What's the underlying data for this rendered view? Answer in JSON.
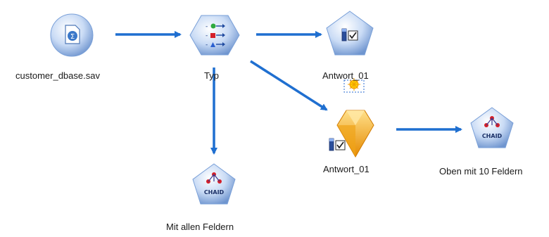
{
  "stream": {
    "nodes": [
      {
        "id": "source",
        "label": "customer_dbase.sav",
        "icon": "statistics-file-icon"
      },
      {
        "id": "type",
        "label": "Typ",
        "icon": "type-node-icon"
      },
      {
        "id": "model_top",
        "label": "Antwort_01",
        "icon": "model-nugget-icon"
      },
      {
        "id": "model_middle",
        "label": "Antwort_01",
        "icon": "gem-model-icon"
      },
      {
        "id": "chaid_left",
        "label": "Mit allen Feldern",
        "icon": "chaid-icon"
      },
      {
        "id": "chaid_right",
        "label": "Oben mit 10 Feldern",
        "icon": "chaid-icon"
      }
    ],
    "chaid_text": "CHAID"
  },
  "colors": {
    "link": "#1f6fd0",
    "node_blue_light": "#dfe9f8",
    "node_blue_dark": "#6f95cf",
    "gem_light": "#ffd36a",
    "gem_dark": "#e58a00"
  }
}
